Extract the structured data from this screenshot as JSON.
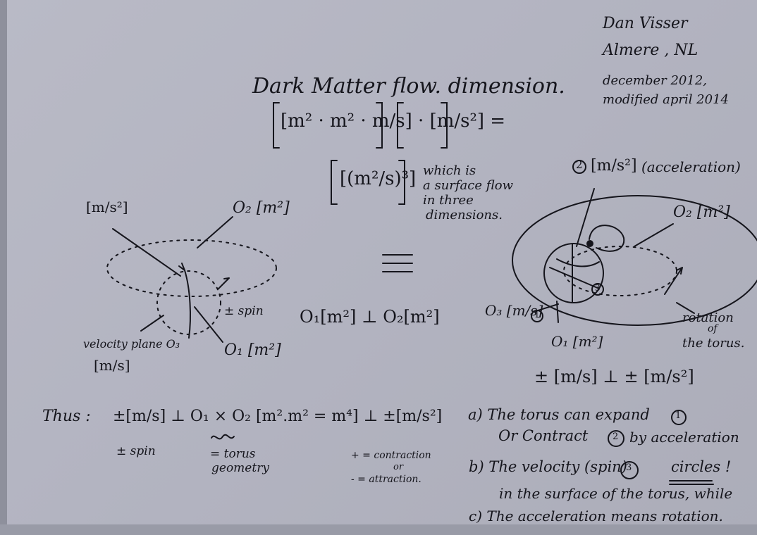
{
  "author": {
    "name": "Dan Visser",
    "place": "Almere , NL",
    "date1": "december 2012,",
    "date2": "modified april 2014"
  },
  "title": "Dark Matter flow. dimension.",
  "equation": {
    "line1": "[m² · m² · m/s] · [m/s²] =",
    "line2": "[(m²/s)³]",
    "note": [
      "which is",
      "a surface flow",
      "in three",
      "dimensions."
    ],
    "equiv": "≡",
    "perp": "O₁[m²] ⊥ O₂[m²]"
  },
  "left_sketch": {
    "label_top": "[m/s²]",
    "label_o2": "O₂ [m²]",
    "label_spin": "± spin",
    "label_o1": "O₁ [m²]",
    "label_plane": "velocity plane O₃",
    "label_plane_unit": "[m/s]"
  },
  "right_sketch": {
    "circle2": "2",
    "accel": "[m/s²]",
    "accel_word": "(acceleration)",
    "label_o2": "O₂ [m²]",
    "label_o3": "O₃ [m/s]",
    "circle1": "1",
    "circle3": "3",
    "label_o1": "O₁ [m²]",
    "rotation": [
      "rotation",
      "of",
      "the torus."
    ],
    "bottom_eq": "± [m/s] ⊥ ± [m/s²]"
  },
  "thus": {
    "label": "Thus :",
    "eq": "±[m/s] ⊥ O₁ × O₂ [m².m² = m⁴] ⊥ ±[m/s²]",
    "spin": "± spin",
    "torus": [
      "= torus",
      "geometry"
    ],
    "contraction": [
      "+ = contraction",
      "or",
      "- = attraction."
    ]
  },
  "notes": {
    "a1": "a) The torus can expand",
    "a1_num": "1",
    "a2": "Or Contract",
    "a2_num": "2",
    "a2_tail": "by acceleration",
    "b1": "b) The velocity (spin)",
    "b1_num": "3",
    "b1_tail": "circles !",
    "b2": "in the surface of the torus, while",
    "c": "c) The acceleration means rotation."
  }
}
